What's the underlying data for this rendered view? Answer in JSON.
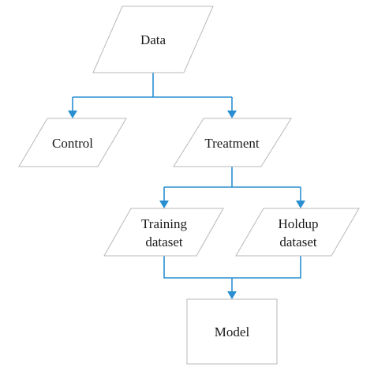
{
  "nodes": {
    "data": {
      "label": "Data",
      "shape": "parallelogram"
    },
    "control": {
      "label": "Control",
      "shape": "parallelogram"
    },
    "treatment": {
      "label": "Treatment",
      "shape": "parallelogram"
    },
    "training": {
      "line1": "Training",
      "line2": "dataset",
      "shape": "parallelogram"
    },
    "holdup": {
      "line1": "Holdup",
      "line2": "dataset",
      "shape": "parallelogram"
    },
    "model": {
      "label": "Model",
      "shape": "rectangle"
    }
  },
  "edges": [
    {
      "from": "data",
      "to": "control"
    },
    {
      "from": "data",
      "to": "treatment"
    },
    {
      "from": "treatment",
      "to": "training"
    },
    {
      "from": "treatment",
      "to": "holdup"
    },
    {
      "from": "training",
      "to": "model"
    },
    {
      "from": "holdup",
      "to": "model"
    }
  ],
  "colors": {
    "connector": "#2a8fd0",
    "shape_border": "#b8b8b8",
    "shape_fill": "#ffffff",
    "text": "#1a1a1a"
  }
}
